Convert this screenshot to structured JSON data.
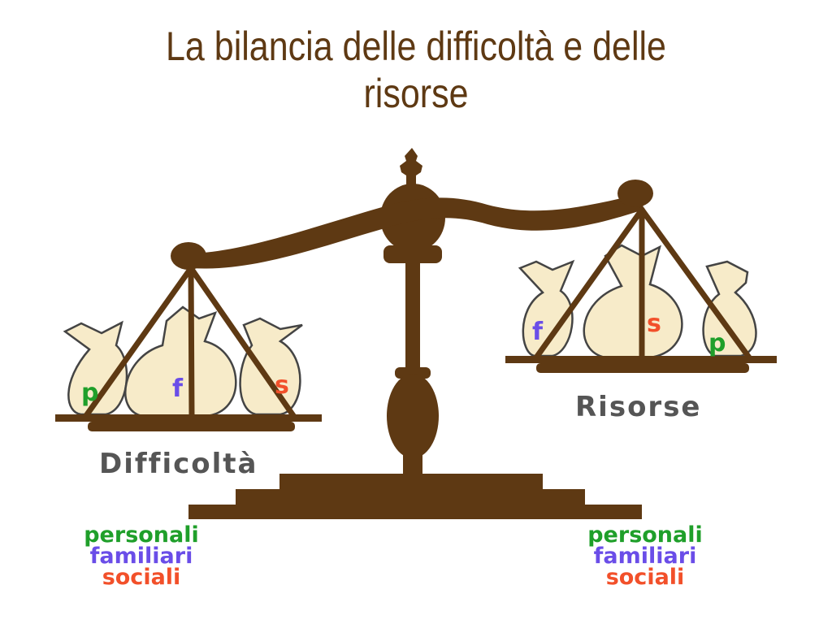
{
  "title": {
    "line1": "La bilancia delle difficoltà e delle",
    "line2": "risorse"
  },
  "left_pan": {
    "label": "Difficoltà",
    "bags": [
      "p",
      "f",
      "s"
    ]
  },
  "right_pan": {
    "label": "Risorse",
    "bags": [
      "f",
      "s",
      "p"
    ]
  },
  "categories_left": [
    "personali",
    "familiari",
    "sociali"
  ],
  "categories_right": [
    "personali",
    "familiari",
    "sociali"
  ],
  "colors": {
    "scale_brown": "#5e3913",
    "bag_fill": "#f7ebc9",
    "green": "#1f9f2a",
    "blue": "#6a4de8",
    "red": "#f2502a",
    "label_gray": "#555555"
  }
}
